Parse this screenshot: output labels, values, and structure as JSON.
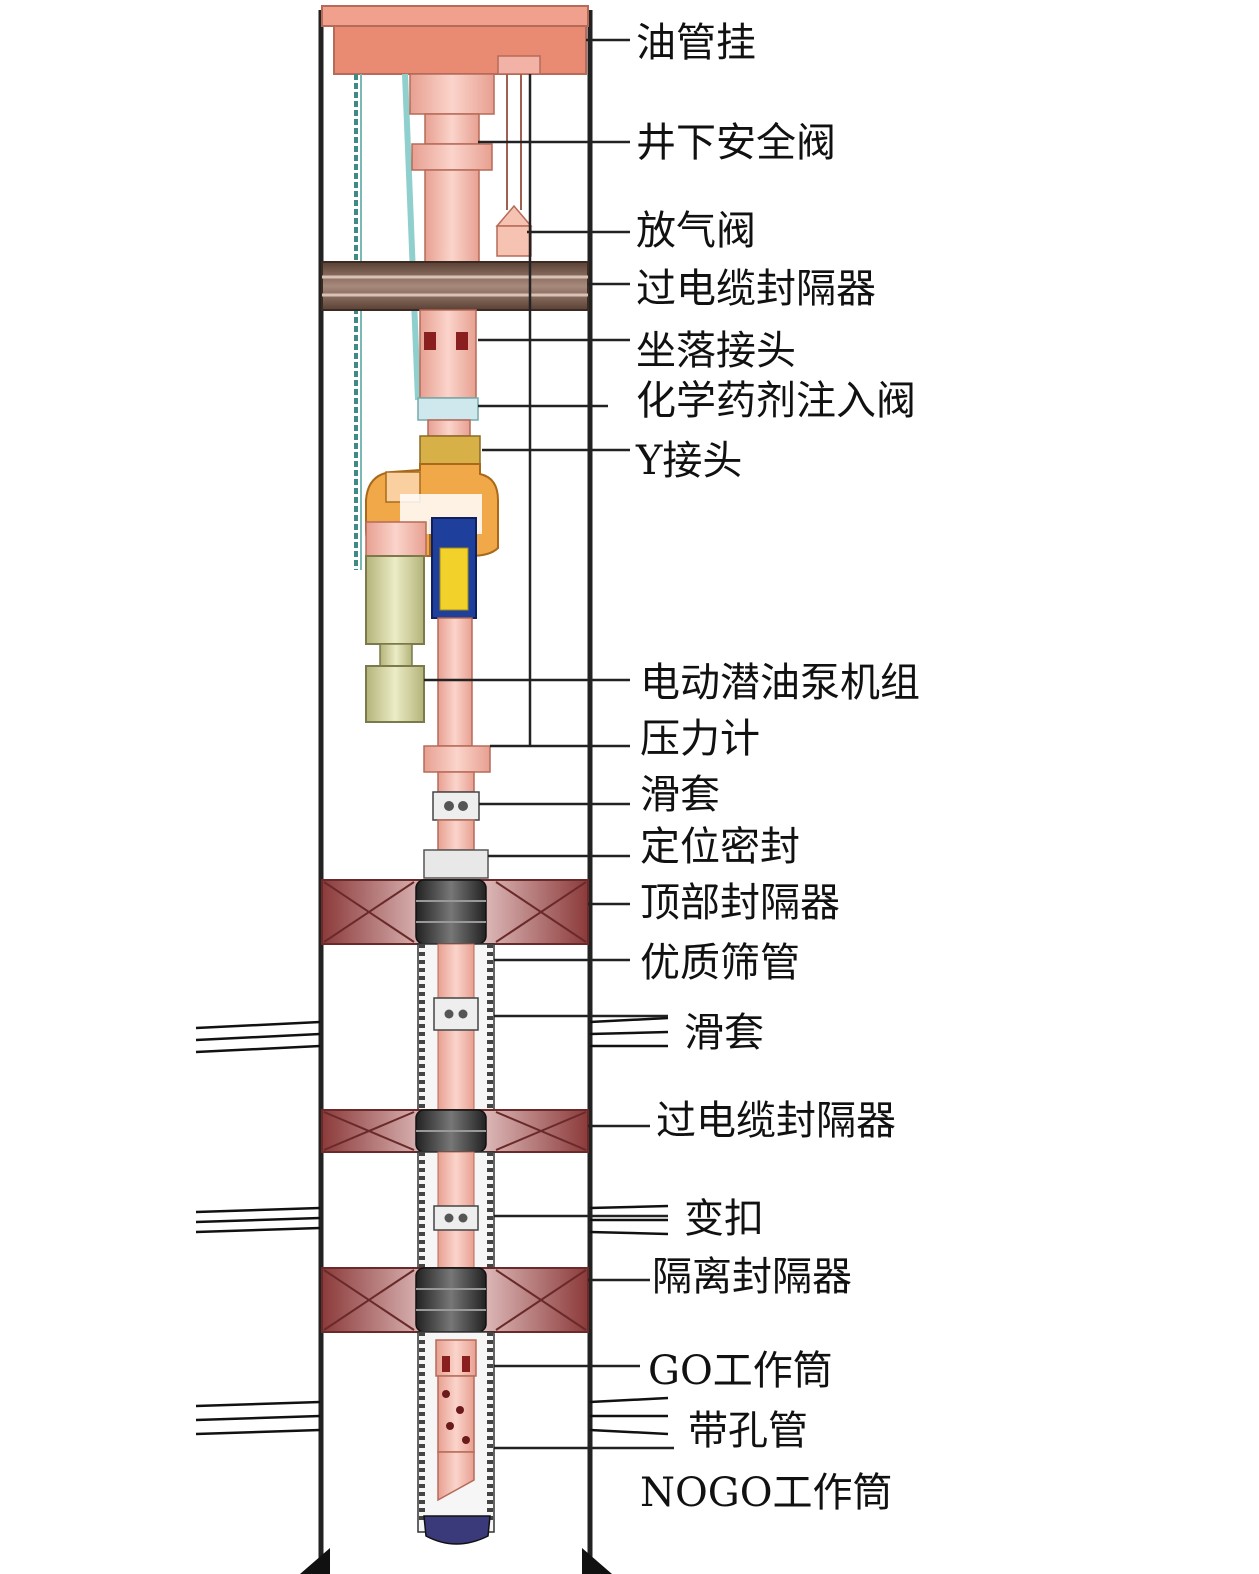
{
  "labels": {
    "tubing_hanger": "油管挂",
    "downhole_safety_valve": "井下安全阀",
    "vent_valve": "放气阀",
    "cable_packer_top": "过电缆封隔器",
    "landing_nipple": "坐落接头",
    "chemical_injection_valve": "化学药剂注入阀",
    "y_tool": "Y接头",
    "esp_unit": "电动潜油泵机组",
    "pressure_gauge": "压力计",
    "sliding_sleeve_upper": "滑套",
    "locator_seal": "定位密封",
    "top_packer": "顶部封隔器",
    "premium_screen": "优质筛管",
    "sliding_sleeve_lower": "滑套",
    "cable_packer_mid": "过电缆封隔器",
    "crossover": "变扣",
    "isolation_packer": "隔离封隔器",
    "go_nipple": "GO工作筒",
    "perforated_pipe": "带孔管",
    "nogo_nipple": "NOGO工作筒"
  },
  "colors": {
    "tubing": "#f2b3a6",
    "tubing_dark": "#c8796b",
    "hanger": "#e98a72",
    "packer_band": "#8a6a5c",
    "packer_body": "#d9a3a3",
    "packer_gradient_dark": "#8c3a3a",
    "seal_rubber": "#333333",
    "cable": "#8fd0cf",
    "motor": "#d8d8a8",
    "y_tool_orange": "#f0a848",
    "pump_blue": "#1f3f9c",
    "pump_yellow": "#f2d22a",
    "screen": "#eeeeee"
  }
}
